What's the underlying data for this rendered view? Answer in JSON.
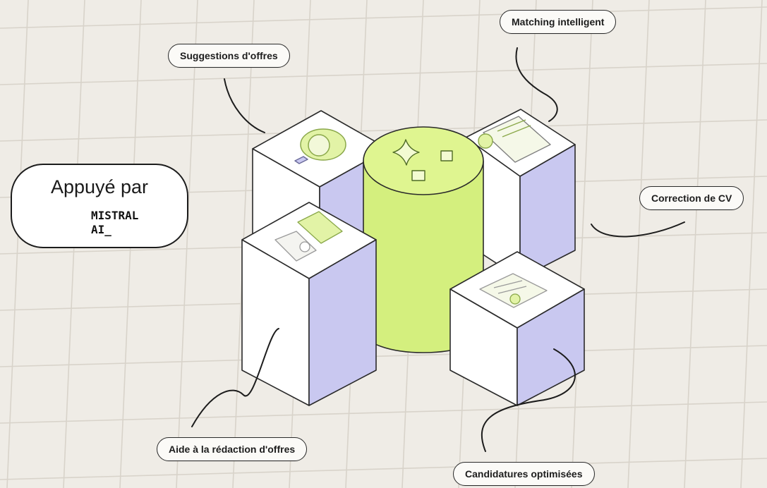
{
  "labels": {
    "suggestions": "Suggestions d'offres",
    "matching": "Matching intelligent",
    "correction": "Correction de CV",
    "aide": "Aide à la rédaction d'offres",
    "candidatures": "Candidatures optimisées"
  },
  "badge": {
    "title": "Appuyé par",
    "brand_line1": "MISTRAL",
    "brand_line2": "AI_"
  },
  "colors": {
    "background": "#efece6",
    "grid": "#d8d3ca",
    "box_face": "#ffffff",
    "box_side": "#c9c8f0",
    "cylinder": "#d4ef7e",
    "outline": "#2a2a2a",
    "logo": [
      "#f7d046",
      "#f2a73b",
      "#ee792f",
      "#eb5829",
      "#ea3326"
    ]
  },
  "icons": [
    "lightbulb-icon",
    "sparkle-icon",
    "document-chart-icon",
    "chat-bubble-icon",
    "certificate-icon"
  ]
}
